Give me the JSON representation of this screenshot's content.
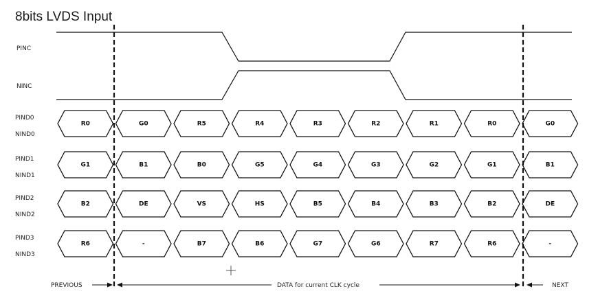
{
  "title": "8bits LVDS Input",
  "clock_signals": [
    "PINC",
    "NINC"
  ],
  "lanes": [
    {
      "p_label": "PIND0",
      "n_label": "NIND0",
      "cells": [
        "R0",
        "G0",
        "R5",
        "R4",
        "R3",
        "R2",
        "R1",
        "R0",
        "G0"
      ]
    },
    {
      "p_label": "PIND1",
      "n_label": "NIND1",
      "cells": [
        "G1",
        "B1",
        "B0",
        "G5",
        "G4",
        "G3",
        "G2",
        "G1",
        "B1"
      ]
    },
    {
      "p_label": "PIND2",
      "n_label": "NIND2",
      "cells": [
        "B2",
        "DE",
        "VS",
        "HS",
        "B5",
        "B4",
        "B3",
        "B2",
        "DE"
      ]
    },
    {
      "p_label": "PIND3",
      "n_label": "NIND3",
      "cells": [
        "R6",
        "-",
        "B7",
        "B6",
        "G7",
        "G6",
        "R7",
        "R6",
        "-"
      ]
    }
  ],
  "footer": {
    "previous": "PREVIOUS",
    "data": "DATA for current CLK cycle",
    "next": "NEXT"
  }
}
